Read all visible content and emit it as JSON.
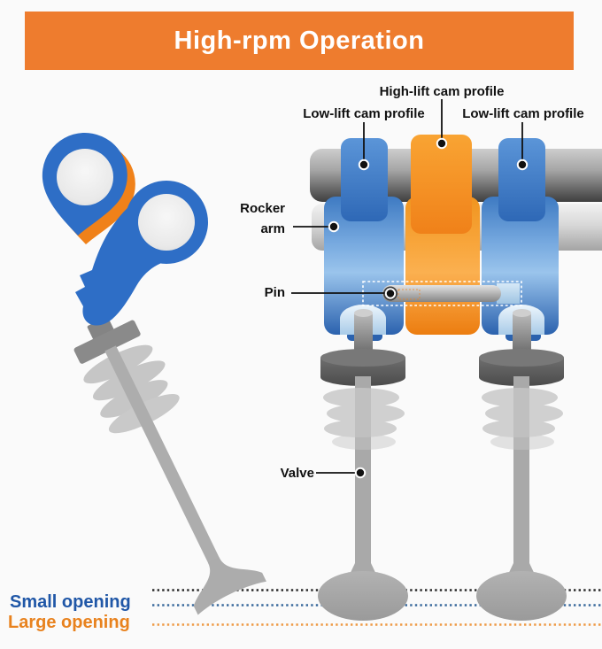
{
  "banner": {
    "label": "High-rpm Operation",
    "background": "#EE7C2E",
    "text_color": "#FFFFFF"
  },
  "callouts": {
    "high_lift_cam_profile": "High-lift cam profile",
    "low_lift_cam_profile_left": "Low-lift cam profile",
    "low_lift_cam_profile_right": "Low-lift cam profile",
    "rocker_arm": "Rocker arm",
    "pin": "Pin",
    "valve": "Valve"
  },
  "valve_opening_legend": {
    "small": {
      "label": "Small opening",
      "color": "#2057A7"
    },
    "large": {
      "label": "Large opening",
      "color": "#E8821E"
    }
  },
  "diagram_colors": {
    "high_lift_cam_orange": "#F49320",
    "low_lift_cam_blue": "#3B77C6",
    "rocker_arm_blue": "#4E88CC",
    "metal_gray": "#9E9E9E",
    "reference_line_closed": "#2A2A2A",
    "reference_line_small_opening": "#3A6A9C",
    "reference_line_large_opening": "#EE9A45"
  }
}
